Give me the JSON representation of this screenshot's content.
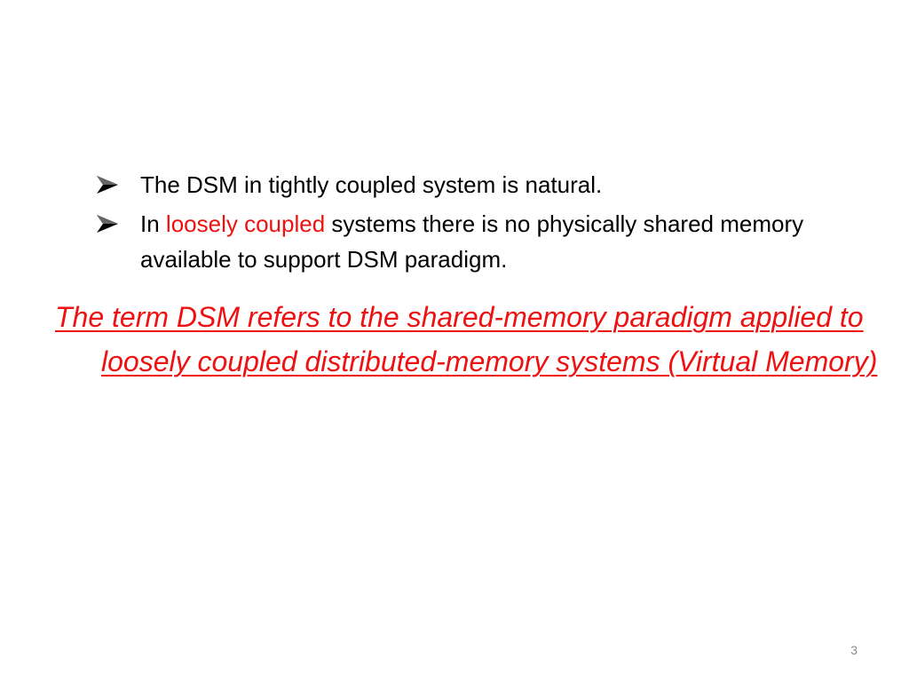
{
  "slide": {
    "bullets": [
      {
        "text": "The DSM in tightly coupled system is natural."
      },
      {
        "prefix": "In ",
        "highlight": "loosely coupled",
        "suffix": " systems there is no physically shared memory  available to support DSM paradigm."
      }
    ],
    "statement": "The term DSM refers to the shared-memory paradigm applied to loosely coupled distributed-memory systems  (Virtual Memory)",
    "page_number": "3",
    "colors": {
      "highlight": "#ee1111",
      "text": "#000000"
    },
    "bullet_icon": "arrowhead-bullet-icon"
  }
}
